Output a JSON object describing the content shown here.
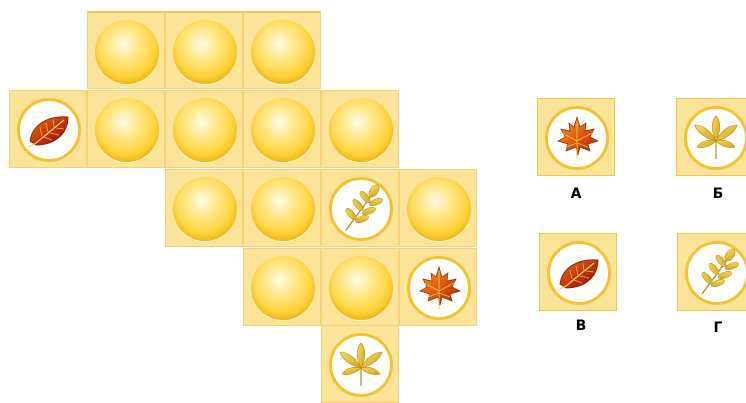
{
  "options": [
    {
      "letter": "А",
      "leaf": "maple-leaf-icon"
    },
    {
      "letter": "Б",
      "leaf": "chestnut-leaf-icon"
    },
    {
      "letter": "В",
      "leaf": "elm-leaf-icon"
    },
    {
      "letter": "Г",
      "leaf": "ash-leaf-icon"
    }
  ],
  "colors": {
    "tile": "#fbe49a",
    "tile_border": "#f4d27a",
    "ball": "#ffd43a",
    "disc_ring": "#f2c230"
  }
}
